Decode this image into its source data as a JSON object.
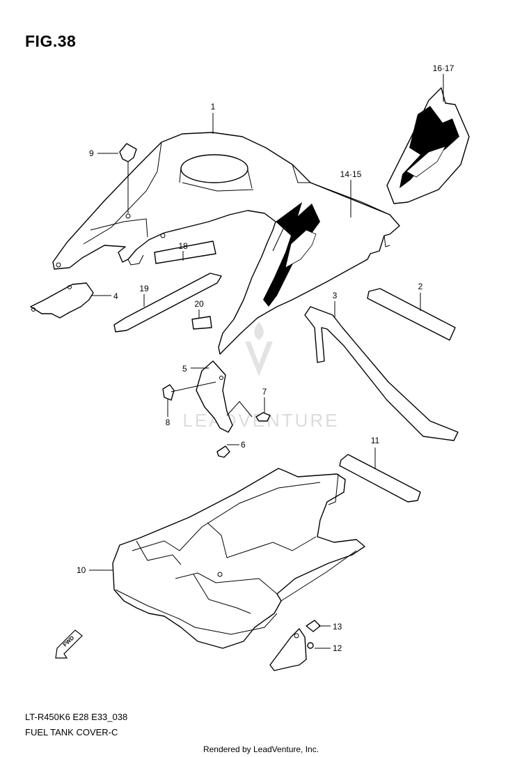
{
  "figure": {
    "title": "FIG.38",
    "model_code": "LT-R450K6  E28  E33_038",
    "part_group": "FUEL TANK COVER-C"
  },
  "callouts": [
    {
      "id": "1",
      "label": "1"
    },
    {
      "id": "2",
      "label": "2"
    },
    {
      "id": "3",
      "label": "3"
    },
    {
      "id": "4",
      "label": "4"
    },
    {
      "id": "5",
      "label": "5"
    },
    {
      "id": "6",
      "label": "6"
    },
    {
      "id": "7",
      "label": "7"
    },
    {
      "id": "8",
      "label": "8"
    },
    {
      "id": "9",
      "label": "9"
    },
    {
      "id": "10",
      "label": "10"
    },
    {
      "id": "11",
      "label": "11"
    },
    {
      "id": "12",
      "label": "12"
    },
    {
      "id": "13",
      "label": "13"
    },
    {
      "id": "14-15",
      "label": "14·15"
    },
    {
      "id": "16-17",
      "label": "16·17"
    },
    {
      "id": "18",
      "label": "18"
    },
    {
      "id": "19",
      "label": "19"
    },
    {
      "id": "20",
      "label": "20"
    }
  ],
  "direction_arrow": {
    "label": "FWD"
  },
  "watermark": {
    "text": "LEADVENTURE",
    "color": "#d9d9d9"
  },
  "footer": {
    "text": "Rendered by LeadVenture, Inc."
  }
}
